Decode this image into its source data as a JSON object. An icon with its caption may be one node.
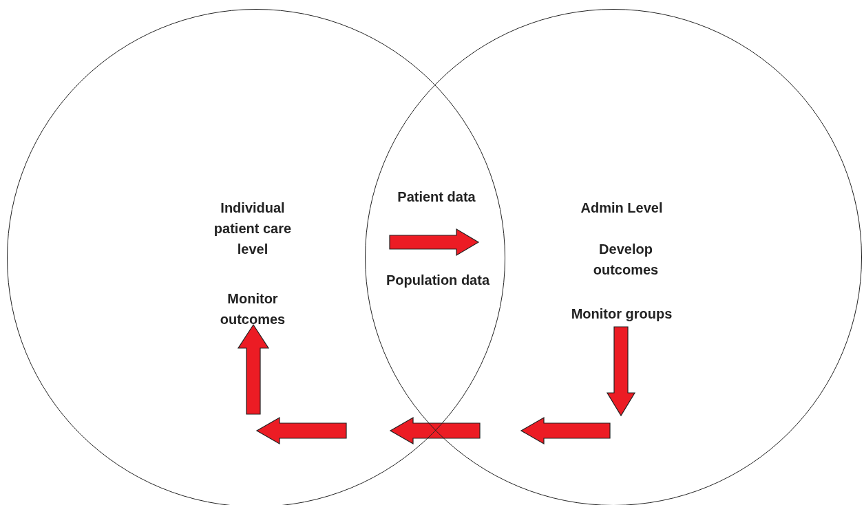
{
  "diagram": {
    "nodes": [
      {
        "text": [
          "Individual patient care level",
          "Monitor outcomes"
        ]
      },
      {
        "text": [
          "Admin Level",
          "Develop outcomes",
          "Monitor groups"
        ]
      }
    ],
    "labels": [
      "Patient data",
      "Population data"
    ]
  }
}
